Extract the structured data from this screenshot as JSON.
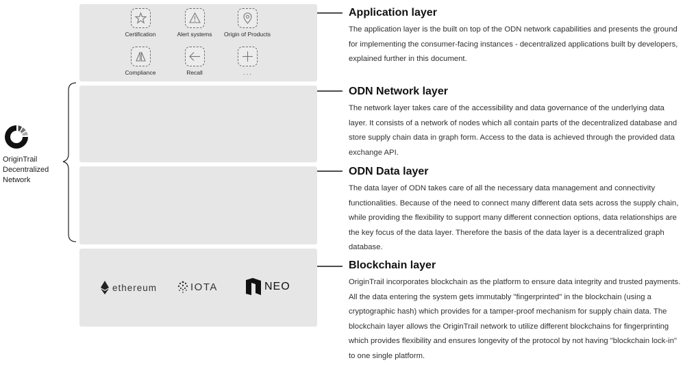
{
  "apps": [
    {
      "label": "Certification",
      "icon": "star-icon"
    },
    {
      "label": "Alert systems",
      "icon": "warning-icon"
    },
    {
      "label": "Origin of Products",
      "icon": "location-pin-icon"
    },
    {
      "label": "Compliance",
      "icon": "scales-icon"
    },
    {
      "label": "Recall",
      "icon": "arrow-left-icon"
    },
    {
      "label": ". . .",
      "icon": "plus-icon"
    }
  ],
  "blockchains": {
    "ethereum": "ethereum",
    "iota": "IOTA",
    "neo": "NEO"
  },
  "side": {
    "label_line1": "OriginTrail",
    "label_line2": "Decentralized",
    "label_line3": "Network"
  },
  "layers": [
    {
      "title": "Application layer",
      "text": "The application layer is the built on top of the ODN network capabilities and presents the ground for implementing the consumer-facing instances - decentralized applications built by developers, explained further in this document."
    },
    {
      "title": "ODN Network layer",
      "text": "The network layer takes care of the accessibility and data governance of the underlying data layer. It consists of a network of nodes which all contain parts of the decentralized database and store supply chain data in graph form. Access to the data is achieved through the provided data exchange API."
    },
    {
      "title": "ODN Data layer",
      "text": "The data layer of ODN takes care of all the necessary data management and connectivity functionalities. Because of the need to connect many different data sets across the supply chain, while providing the flexibility to support many different connection options, data relationships are the key focus of the data layer. Therefore the basis of the data layer is a decentralized graph database."
    },
    {
      "title": "Blockchain layer",
      "text": "OriginTrail incorporates blockchain as the platform to ensure data integrity and trusted payments. All the data entering the system gets immutably \"fingerprinted\" in the blockchain (using a cryptographic hash) which provides for a tamper-proof mechanism for supply chain data. The blockchain layer allows the OriginTrail network to utilize different blockchains for fingerprinting which provides flexibility and ensures longevity of the protocol by not having \"blockchain lock-in\" to one single platform."
    }
  ],
  "colors": {
    "panel": "#e6e6e6",
    "line": "#111111",
    "dashed": "#9a9a9a"
  }
}
